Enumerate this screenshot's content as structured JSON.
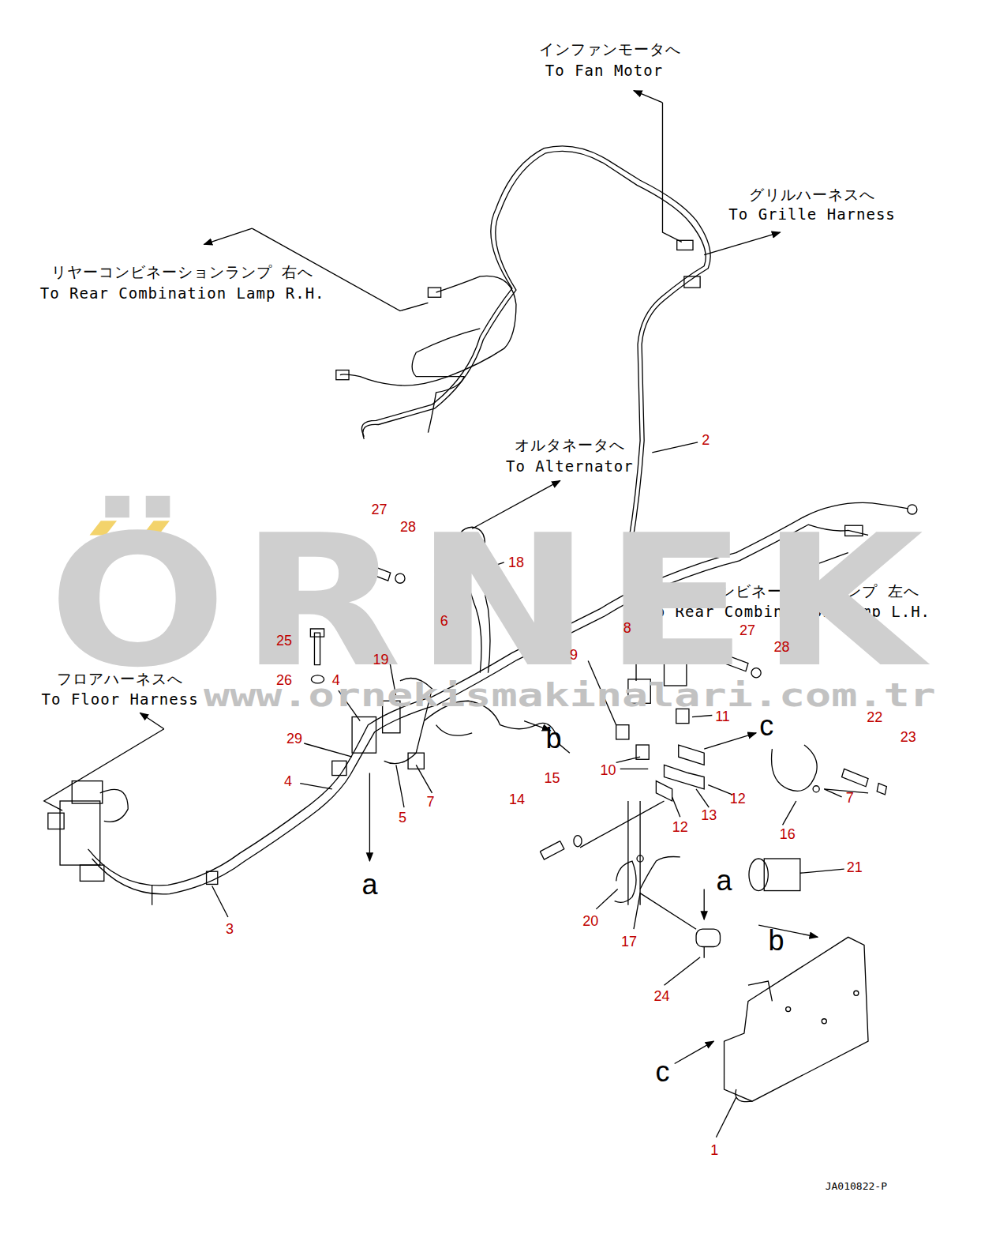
{
  "diagram": {
    "labels": [
      "インファンモータへ",
      "To Fan Motor",
      "グリルハーネスへ",
      "To Grille Harness",
      "リヤーコンビネーションランプ 右へ",
      "To Rear Combination Lamp R.H.",
      "オルタネータへ",
      "To Alternator",
      "リヤーコンビネーションランプ 左へ",
      "To Rear Combination Lamp L.H.",
      "フロアハーネスへ",
      "To Floor Harness",
      "ÖRNEK",
      "www.ornekismakinalari.com.tr",
      "2",
      "27",
      "28",
      "18",
      "6",
      "8",
      "27",
      "28",
      "25",
      "9",
      "19",
      "26",
      "4",
      "22",
      "11",
      "23",
      "29",
      "4",
      "10",
      "15",
      "12",
      "5",
      "7",
      "13",
      "12",
      "7",
      "14",
      "16",
      "21",
      "20",
      "17",
      "24",
      "3",
      "1",
      "a",
      "b",
      "c",
      "a",
      "b",
      "c",
      "JA010822-P"
    ]
  }
}
